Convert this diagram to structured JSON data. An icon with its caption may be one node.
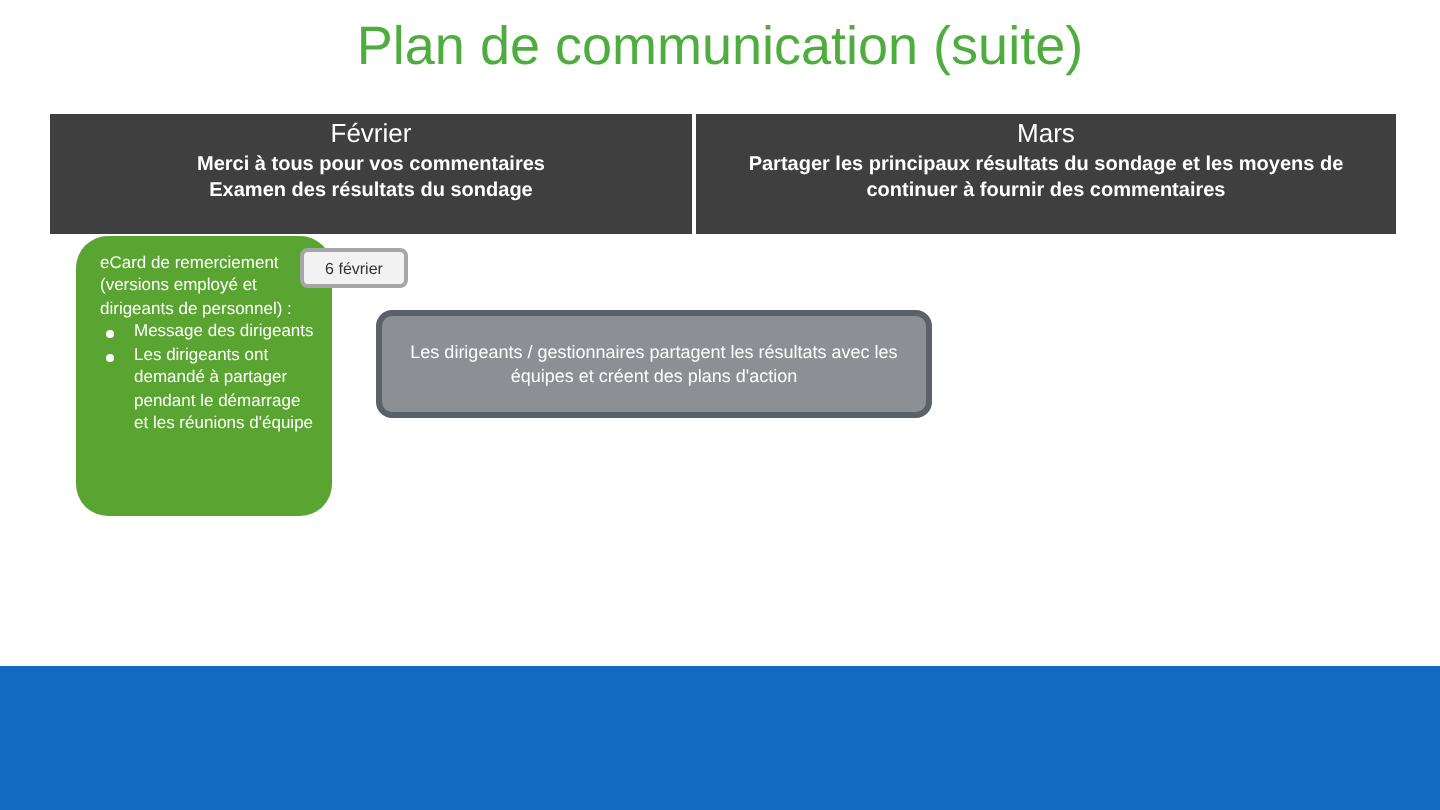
{
  "diagram": {
    "title": "Plan de communication (suite)",
    "nodes": [
      {
        "text": [
          "Février",
          "Merci à tous pour vos commentaires Examen des résultats du sondage"
        ]
      },
      {
        "text": [
          "Mars",
          "Partager les principaux résultats du sondage et les moyens de continuer à fournir des commentaires"
        ]
      },
      {
        "text": [
          "eCard de remerciement (versions employé et dirigeants de personnel) :",
          "Message des dirigeants",
          "Les dirigeants ont demandé à partager pendant le démarrage et les réunions d'équipe"
        ]
      },
      {
        "text": [
          "6 février"
        ]
      },
      {
        "text": [
          "Les dirigeants / gestionnaires partagent les résultats avec les équipes et créent des plans d'action"
        ]
      }
    ]
  }
}
